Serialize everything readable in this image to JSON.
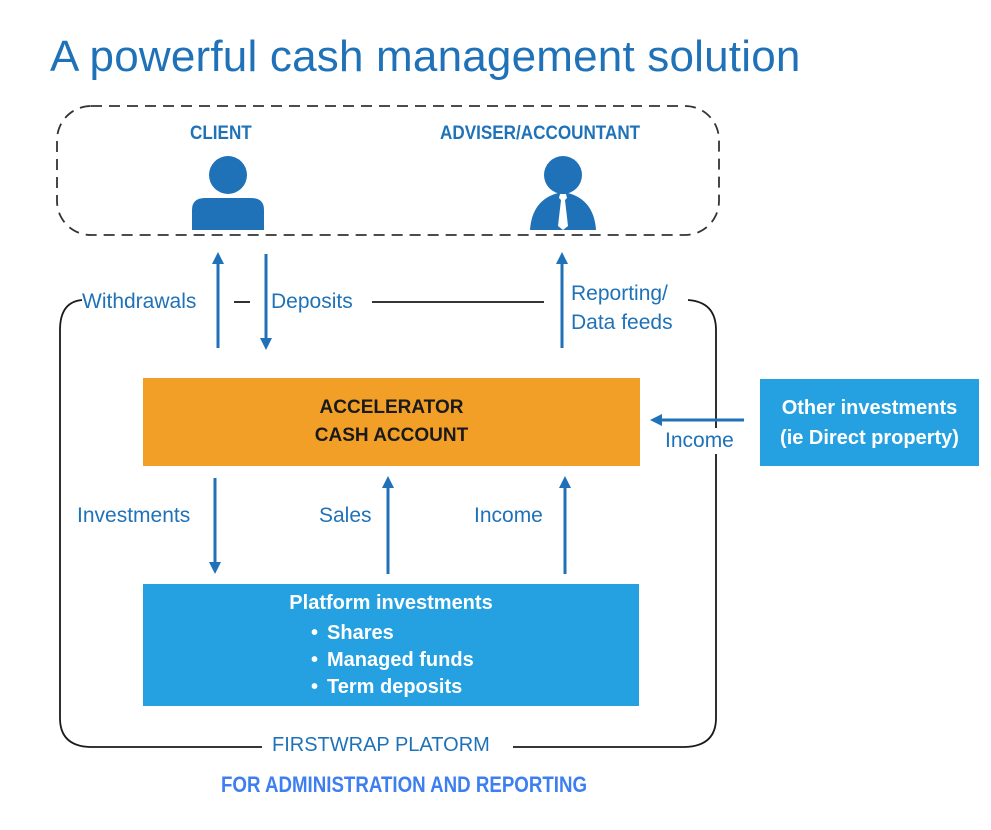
{
  "title": "A powerful cash management solution",
  "parties": {
    "client": {
      "label": "CLIENT",
      "icon": "person-icon"
    },
    "adviser": {
      "label": "ADVISER/ACCOUNTANT",
      "icon": "person-with-tie-icon"
    }
  },
  "flows": {
    "withdrawals": "Withdrawals",
    "deposits": "Deposits",
    "reporting_line1": "Reporting/",
    "reporting_line2": "Data feeds",
    "investments": "Investments",
    "sales": "Sales",
    "income_platform": "Income",
    "income_other": "Income"
  },
  "cash_account": {
    "line1": "ACCELERATOR",
    "line2": "CASH ACCOUNT"
  },
  "other_investments": {
    "line1": "Other investments",
    "line2": "(ie Direct property)"
  },
  "platform_investments": {
    "heading": "Platform investments",
    "items": [
      "Shares",
      "Managed funds",
      "Term deposits"
    ]
  },
  "platform": {
    "label": "FIRSTWRAP PLATORM",
    "footer": "FOR ADMINISTRATION AND REPORTING"
  },
  "colors": {
    "primary_blue": "#1f72b8",
    "light_blue": "#25a0e1",
    "orange": "#f19f27",
    "footer_blue": "#3d7ff0"
  }
}
